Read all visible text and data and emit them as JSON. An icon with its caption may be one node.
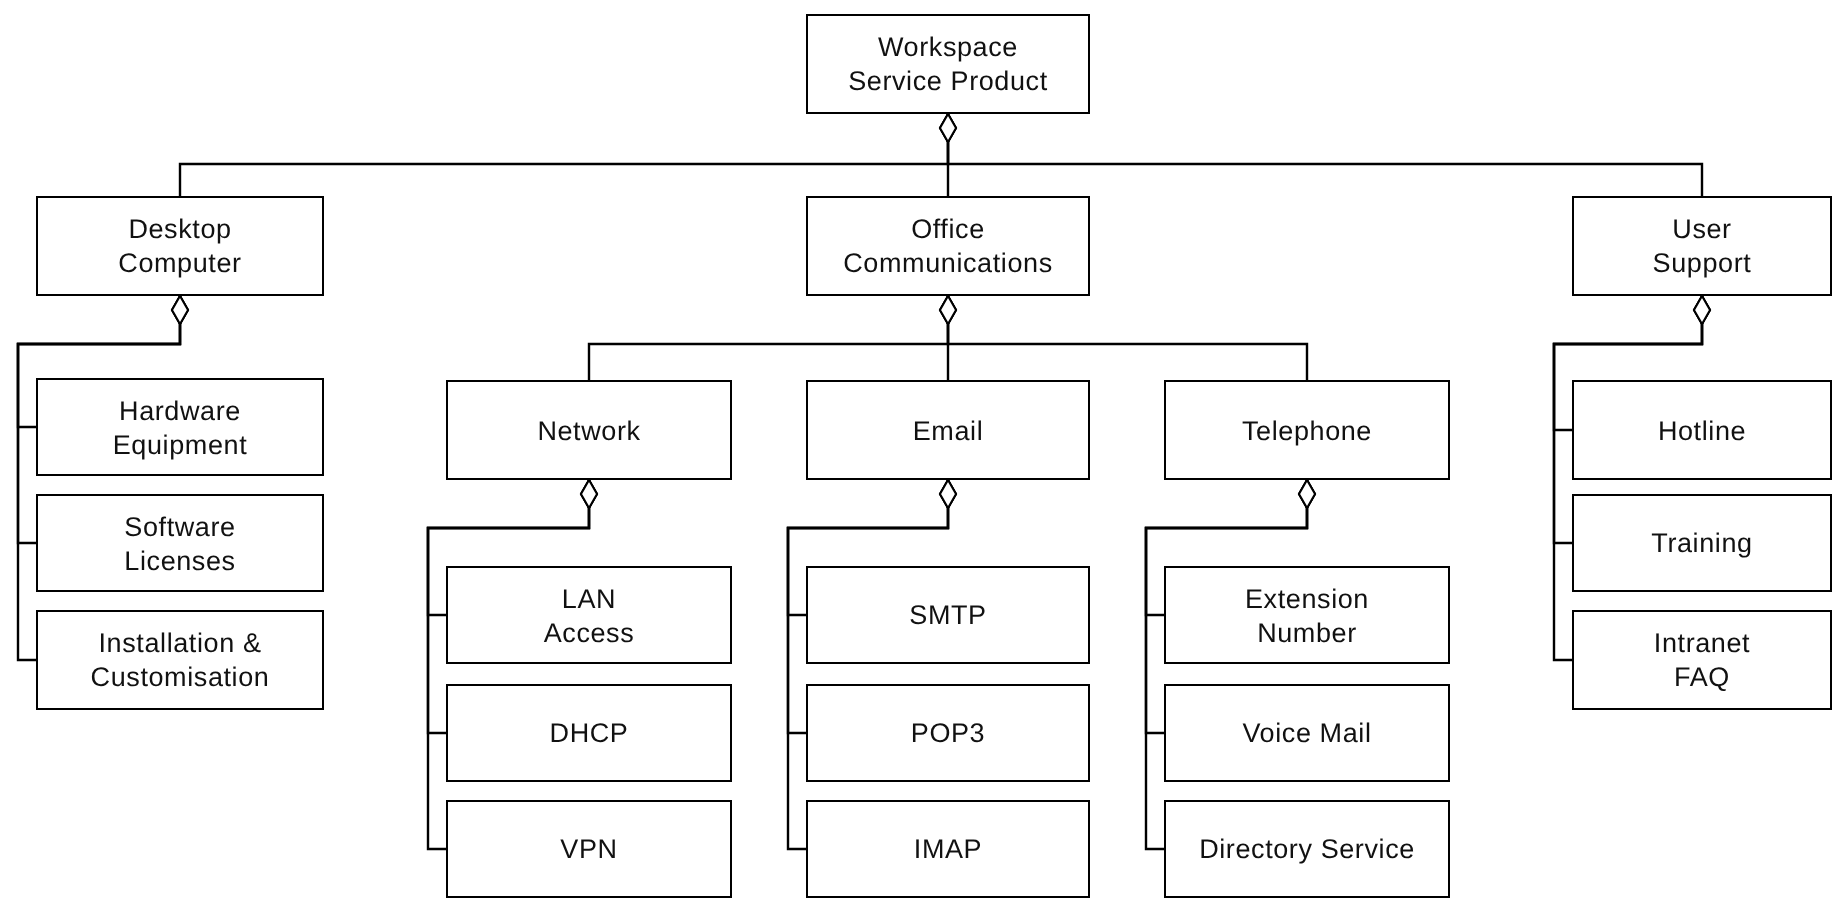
{
  "diagram": {
    "nodes": [
      {
        "text": [
          "Workspace Service Product"
        ]
      },
      {
        "text": [
          "Desktop Computer"
        ]
      },
      {
        "text": [
          "Office Communications"
        ]
      },
      {
        "text": [
          "User Support"
        ]
      },
      {
        "text": [
          "Network"
        ]
      },
      {
        "text": [
          "Email"
        ]
      },
      {
        "text": [
          "Telephone"
        ]
      },
      {
        "text": [
          "Hardware Equipment"
        ]
      },
      {
        "text": [
          "Software Licenses"
        ]
      },
      {
        "text": [
          "Installation & Customisation"
        ]
      },
      {
        "text": [
          "LAN Access"
        ]
      },
      {
        "text": [
          "DHCP"
        ]
      },
      {
        "text": [
          "VPN"
        ]
      },
      {
        "text": [
          "SMTP"
        ]
      },
      {
        "text": [
          "POP3"
        ]
      },
      {
        "text": [
          "IMAP"
        ]
      },
      {
        "text": [
          "Extension Number"
        ]
      },
      {
        "text": [
          "Voice Mail"
        ]
      },
      {
        "text": [
          "Directory Service"
        ]
      },
      {
        "text": [
          "Hotline"
        ]
      },
      {
        "text": [
          "Training"
        ]
      },
      {
        "text": [
          "Intranet FAQ"
        ]
      }
    ],
    "edges": [
      {
        "from": 0,
        "to": 1,
        "arrow": "other"
      },
      {
        "from": 0,
        "to": 2,
        "arrow": "other"
      },
      {
        "from": 0,
        "to": 3,
        "arrow": "other"
      },
      {
        "from": 2,
        "to": 4,
        "arrow": "other"
      },
      {
        "from": 2,
        "to": 5,
        "arrow": "other"
      },
      {
        "from": 2,
        "to": 6,
        "arrow": "other"
      },
      {
        "from": 1,
        "to": 7,
        "arrow": "other"
      },
      {
        "from": 1,
        "to": 8,
        "arrow": "other"
      },
      {
        "from": 1,
        "to": 9,
        "arrow": "other"
      },
      {
        "from": 4,
        "to": 10,
        "arrow": "other"
      },
      {
        "from": 4,
        "to": 11,
        "arrow": "other"
      },
      {
        "from": 4,
        "to": 12,
        "arrow": "other"
      },
      {
        "from": 5,
        "to": 13,
        "arrow": "other"
      },
      {
        "from": 5,
        "to": 14,
        "arrow": "other"
      },
      {
        "from": 5,
        "to": 15,
        "arrow": "other"
      },
      {
        "from": 6,
        "to": 16,
        "arrow": "other"
      },
      {
        "from": 6,
        "to": 17,
        "arrow": "other"
      },
      {
        "from": 6,
        "to": 18,
        "arrow": "other"
      },
      {
        "from": 3,
        "to": 19,
        "arrow": "other"
      },
      {
        "from": 3,
        "to": 20,
        "arrow": "other"
      },
      {
        "from": 3,
        "to": 21,
        "arrow": "other"
      }
    ]
  }
}
